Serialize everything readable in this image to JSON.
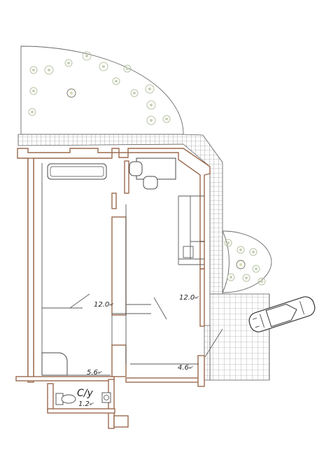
{
  "plan": {
    "rooms": [
      {
        "id": "room-left",
        "area": "12.0",
        "unit": "м²"
      },
      {
        "id": "room-right",
        "area": "12.0",
        "unit": "м²"
      },
      {
        "id": "hall",
        "area": "5.6",
        "unit": "м²"
      },
      {
        "id": "corridor",
        "area": "4.6",
        "unit": "м²"
      },
      {
        "id": "bathroom",
        "area": "1.2",
        "unit": "м²",
        "title": "С/у"
      }
    ],
    "colors": {
      "wall": "#9b6a4e",
      "tile": "#7a7a7a",
      "greenery": "#b8c4a6",
      "furniture": "#4a4a4a"
    },
    "icons": [
      "sofa-icon",
      "desk-icon",
      "chair-icon",
      "toilet-icon",
      "sink-icon",
      "car-icon",
      "plant-icon"
    ]
  }
}
